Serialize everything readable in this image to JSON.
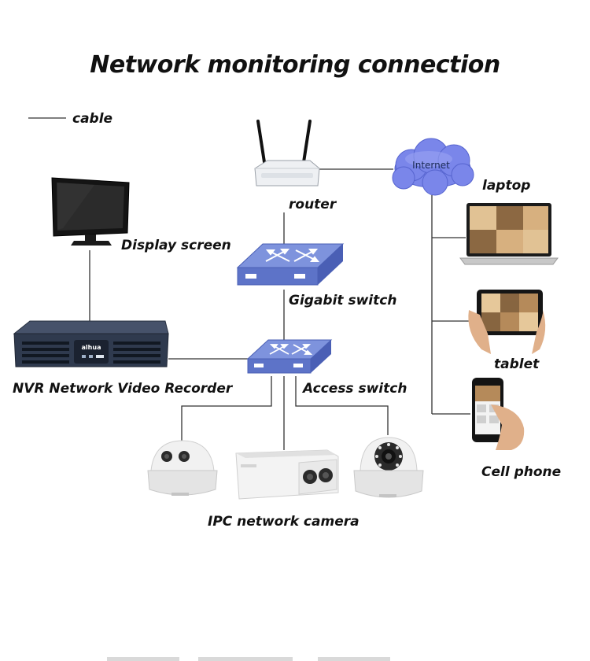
{
  "title": "Network monitoring connection",
  "legend": {
    "label": "cable"
  },
  "nodes": {
    "router": "router",
    "internet": "Internet",
    "display": "Display screen",
    "gigabit_switch": "Gigabit switch",
    "access_switch": "Access switch",
    "nvr": "NVR Network Video Recorder",
    "cameras": "IPC network camera",
    "laptop": "laptop",
    "tablet": "tablet",
    "phone": "Cell phone",
    "nvr_brand": "alhua"
  },
  "colors": {
    "line": "#333333",
    "cloud": "#7a86ea",
    "switch": "#5d73c8",
    "nvr_body": "#2f3a4e"
  }
}
